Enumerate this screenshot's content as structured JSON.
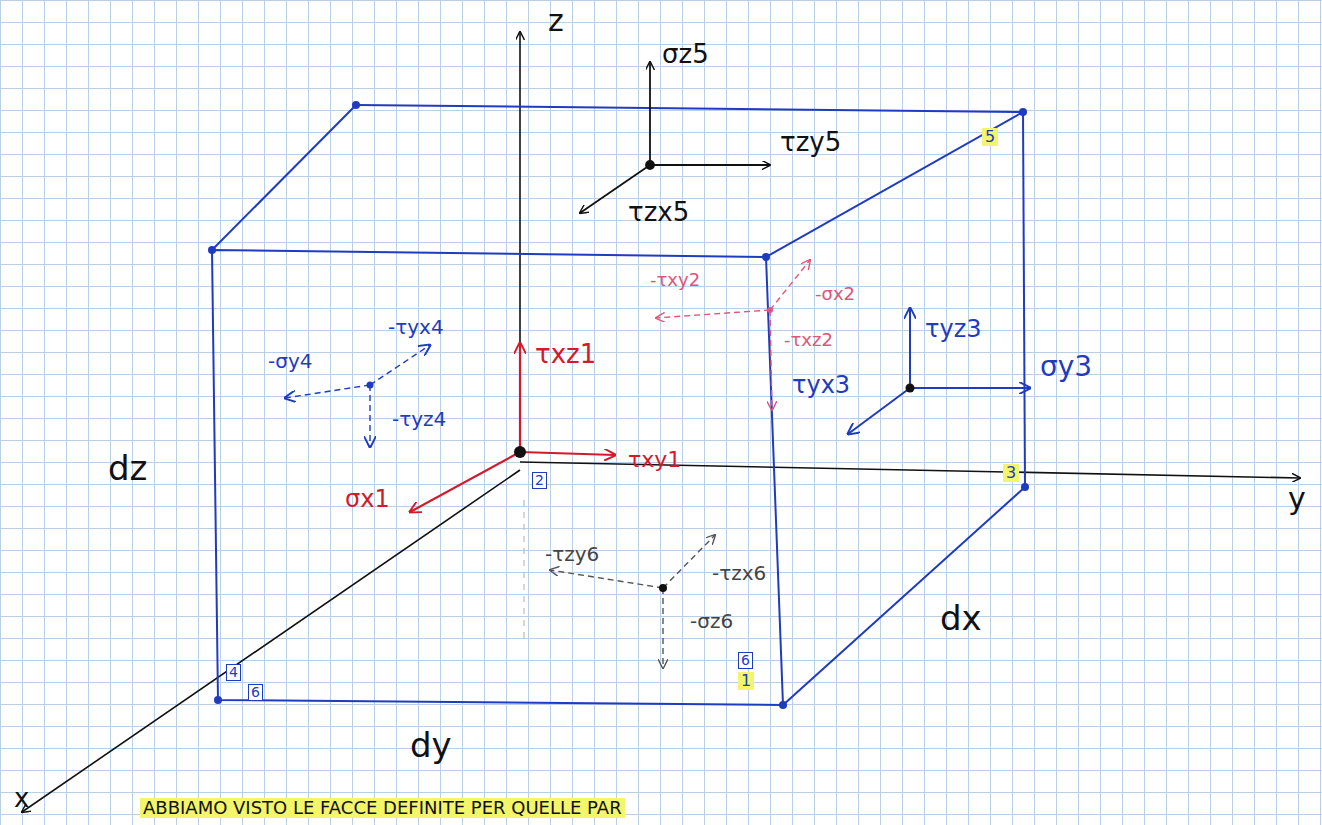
{
  "diagram": {
    "labels": [
      "z",
      "y",
      "x",
      "σz5",
      "τzy5",
      "τzx5",
      "-τxy2",
      "-σx2",
      "-τxz2",
      "τyz3",
      "σy3",
      "τyx3",
      "-τyx4",
      "-σy4",
      "-τyz4",
      "σx1",
      "τxz1",
      "τxy1",
      "-τzy6",
      "-τzx6",
      "-σz6",
      "dz",
      "dy",
      "dx",
      "5",
      "3",
      "1",
      "2",
      "4",
      "6",
      "6",
      "ABBIAMO VISTO LE FACCE DEFINITE PER QUELLE PAR"
    ]
  }
}
